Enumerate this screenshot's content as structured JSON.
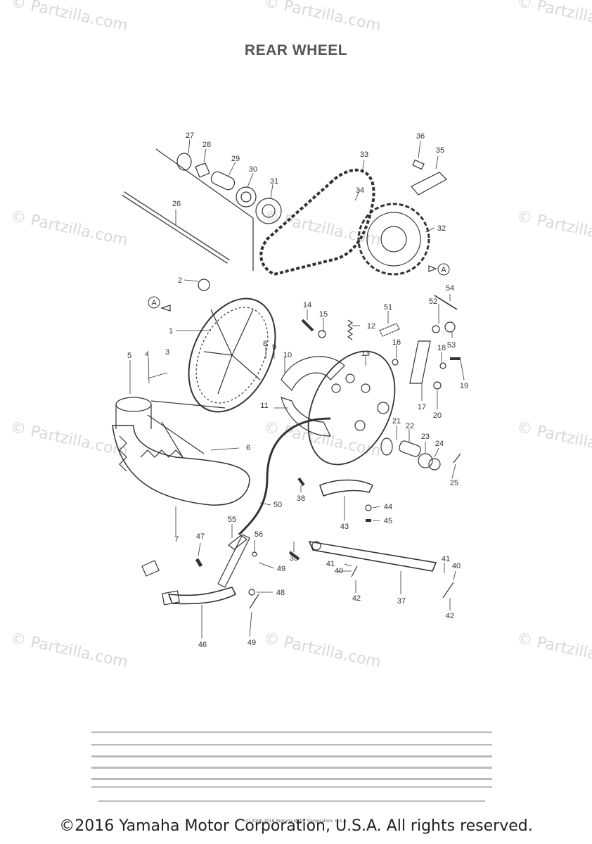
{
  "title": "REAR WHEEL",
  "watermark": "© Partzilla.com",
  "footer": "©2016 Yamaha Motor Corporation, U.S.A. All rights reserved.",
  "copyright_small": "(c) 2006-2016 Yamaha Motor Corporation, U.S.A.",
  "callouts": [
    "1",
    "2",
    "3",
    "4",
    "5",
    "6",
    "7",
    "8",
    "9",
    "10",
    "11",
    "12",
    "13",
    "14",
    "15",
    "16",
    "17",
    "18",
    "19",
    "20",
    "21",
    "22",
    "23",
    "24",
    "25",
    "26",
    "27",
    "28",
    "29",
    "30",
    "31",
    "32",
    "33",
    "34",
    "35",
    "36",
    "37",
    "38",
    "39",
    "40",
    "41",
    "42",
    "43",
    "44",
    "45",
    "46",
    "47",
    "48",
    "49",
    "50",
    "51",
    "52",
    "53",
    "54",
    "55",
    "56"
  ],
  "extra_callouts": [
    "40",
    "41",
    "42",
    "49"
  ],
  "ref_marks": [
    "A",
    "A"
  ],
  "colors": {
    "line": "#333333",
    "watermark": "#d8d8d8",
    "title": "#555555"
  }
}
